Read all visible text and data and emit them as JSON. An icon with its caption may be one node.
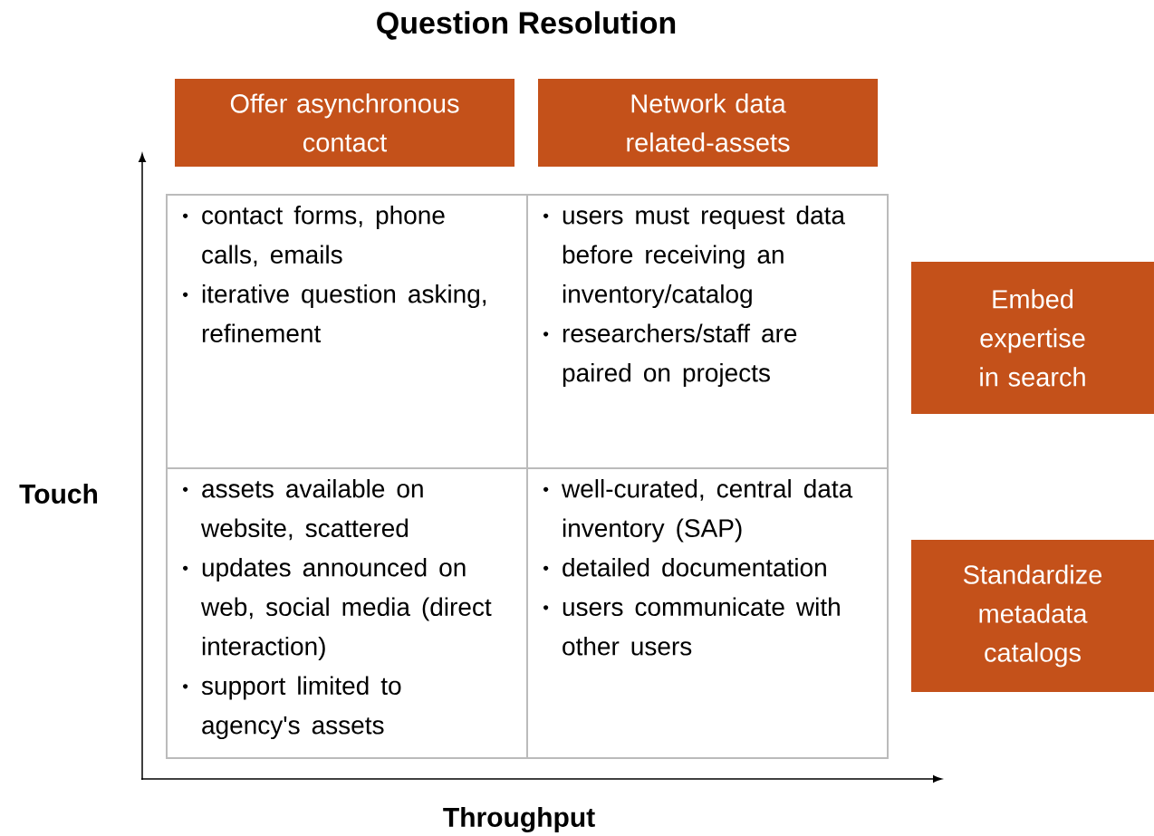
{
  "diagram": {
    "title": "Question Resolution",
    "nodes": [
      {
        "text": [
          "Offer asynchronous contact"
        ]
      },
      {
        "text": [
          "Network data related-assets"
        ]
      },
      {
        "text": [
          "contact forms, phone calls, emails",
          "iterative question asking, refinement"
        ]
      },
      {
        "text": [
          "users must request data before receiving an inventory/catalog",
          "researchers/staff are paired on projects"
        ]
      },
      {
        "text": [
          "Embed expertise in search"
        ]
      },
      {
        "text": [
          "assets available on website, scattered",
          "updates announced on web, social media (direct interaction)",
          "support limited to agency's assets"
        ]
      },
      {
        "text": [
          "well-curated, central data inventory (SAP)",
          "detailed documentation",
          "users communicate with other users"
        ]
      },
      {
        "text": [
          "Standardize metadata catalogs"
        ]
      }
    ],
    "labels": [
      "Touch",
      "Throughput"
    ]
  }
}
